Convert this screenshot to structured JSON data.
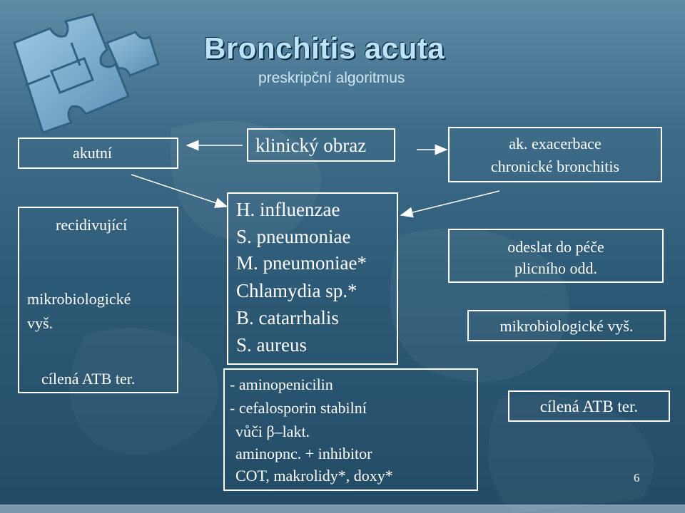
{
  "header": {
    "title": "Bronchitis acuta",
    "subtitle": "preskripční algoritmus"
  },
  "left_column": {
    "akutni": "akutní",
    "recidivujici": "recidivující",
    "mikrobiologicke_line1": "mikrobiologické",
    "mikrobiologicke_line2": "vyš.",
    "cilena": "cílená ATB ter."
  },
  "center": {
    "klinicky_obraz": "klinický obraz",
    "pathogens": [
      "H. influenzae",
      "S. pneumoniae",
      "M. pneumoniae*",
      "Chlamydia sp.*",
      "B. catarrhalis",
      "S. aureus"
    ],
    "treatment": [
      "- aminopenicilin",
      "- cefalosporin stabilní",
      "vůči β–lakt.",
      "aminopnc. + inhibitor",
      "COT, makrolidy*, doxy*"
    ]
  },
  "right_column": {
    "exacerbace_line1": "ak. exacerbace",
    "exacerbace_line2": "chronické bronchitis",
    "odeslat_line1": "odeslat do péče",
    "odeslat_line2": "plicního odd.",
    "mikrobiologicke": "mikrobiologické vyš.",
    "cilena": "cílená ATB ter."
  },
  "footer": {
    "page_number": "6"
  },
  "colors": {
    "title": "#bde3f8",
    "text": "#ffffff",
    "background": "#2d5a76"
  }
}
